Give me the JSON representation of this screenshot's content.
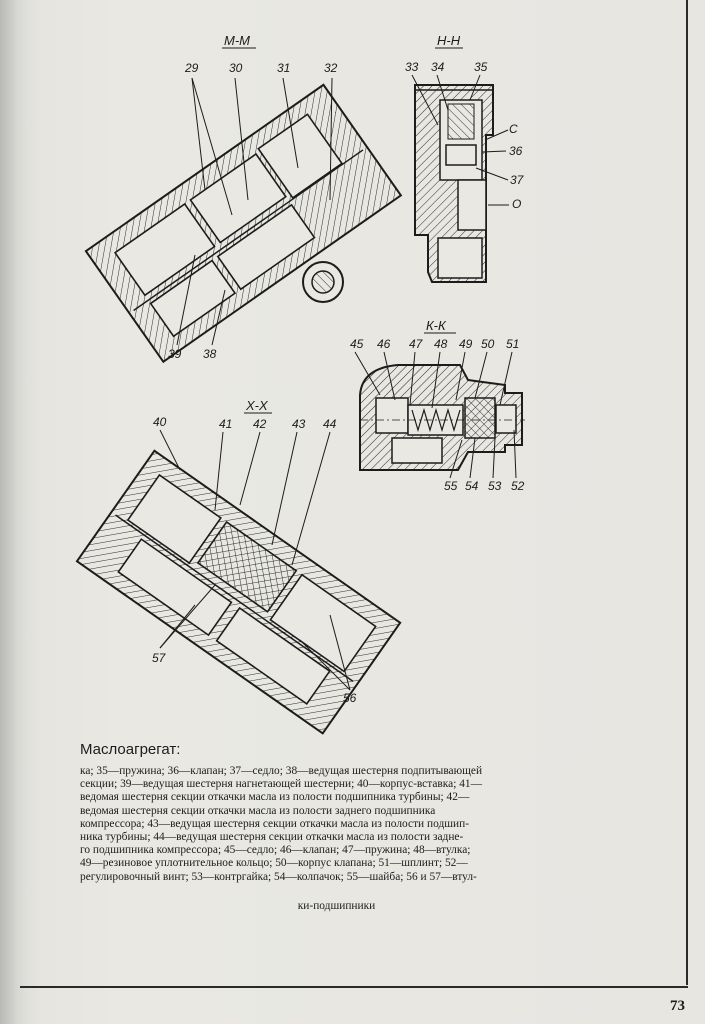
{
  "sections": {
    "mm": "М-М",
    "nn": "Н-Н",
    "kk": "К-К",
    "xx": "Х-Х"
  },
  "callouts": {
    "mm": [
      "29",
      "30",
      "31",
      "32",
      "39",
      "38"
    ],
    "nn": [
      "33",
      "34",
      "35",
      "С",
      "36",
      "37",
      "О"
    ],
    "kk": [
      "45",
      "46",
      "47",
      "48",
      "49",
      "50",
      "51",
      "55",
      "54",
      "53",
      "52"
    ],
    "xx": [
      "40",
      "41",
      "42",
      "43",
      "44",
      "57",
      "56"
    ]
  },
  "caption": {
    "title": "Маслоагрегат:",
    "lines": [
      "ка; 35—пружина; 36—клапан; 37—седло; 38—ведущая шестерня подпитывающей",
      "секции; 39—ведущая шестерня нагнетающей шестерни; 40—корпус-вставка; 41—",
      "ведомая шестерня секции откачки масла из полости подшипника турбины; 42—",
      "ведомая шестерня секции откачки масла из полости заднего подшипника",
      "компрессора; 43—ведущая шестерня секции откачки масла из полости подшип-",
      "ника турбины; 44—ведущая шестерня секции откачки масла из полости задне-",
      "го подшипника компрессора; 45—седло; 46—клапан; 47—пружина; 48—втулка;",
      "49—резиновое уплотнительное кольцо; 50—корпус клапана; 51—шплинт; 52—",
      "регулировочный винт; 53—контргайка; 54—колпачок; 55—шайба; 56 и 57—втул-"
    ],
    "last_line": "ки-подшипники"
  },
  "page_number": "73"
}
